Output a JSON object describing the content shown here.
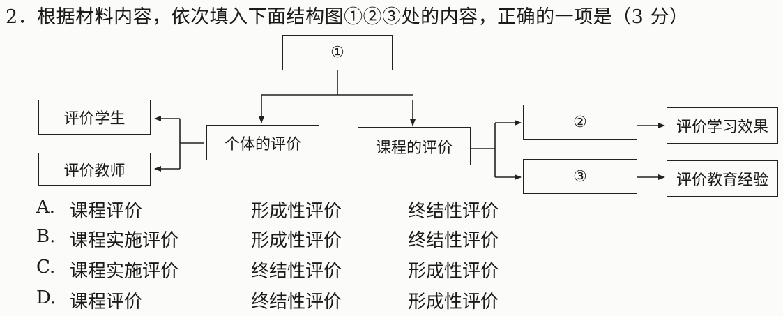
{
  "question": "2．根据材料内容，依次填入下面结构图①②③处的内容，正确的一项是（3 分）",
  "diagram": {
    "root": "①",
    "individual": "个体的评价",
    "course": "课程的评价",
    "students": "评价学生",
    "teachers": "评价教师",
    "blank2": "②",
    "blank3": "③",
    "learning": "评价学习效果",
    "experience": "评价教育经验"
  },
  "options": [
    {
      "letter": "A.",
      "c1": "课程评价",
      "c2": "形成性评价",
      "c3": "终结性评价"
    },
    {
      "letter": "B.",
      "c1": "课程实施评价",
      "c2": "形成性评价",
      "c3": "终结性评价"
    },
    {
      "letter": "C.",
      "c1": "课程实施评价",
      "c2": "终结性评价",
      "c3": "形成性评价"
    },
    {
      "letter": "D.",
      "c1": "课程评价",
      "c2": "终结性评价",
      "c3": "形成性评价"
    }
  ]
}
